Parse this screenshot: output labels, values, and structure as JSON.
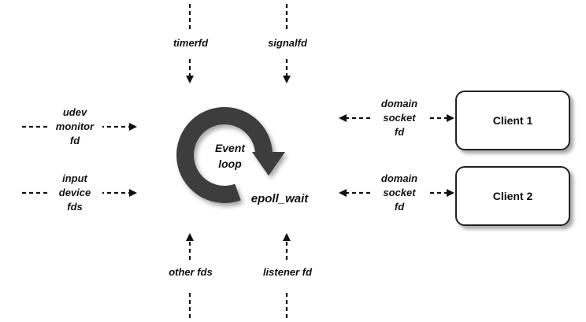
{
  "labels": {
    "timerfd": "timerfd",
    "signalfd": "signalfd",
    "udev": [
      "udev",
      "monitor",
      "fd"
    ],
    "input": [
      "input",
      "device",
      "fds"
    ],
    "domain1": [
      "domain",
      "socket",
      "fd"
    ],
    "domain2": [
      "domain",
      "socket",
      "fd"
    ],
    "other_fds": "other fds",
    "listener_fd": "listener fd"
  },
  "event_loop": {
    "line1": "Event",
    "line2": "loop",
    "call": "epoll_wait"
  },
  "clients": {
    "client1": "Client 1",
    "client2": "Client 2"
  },
  "colors": {
    "loop_arrow": "#3c3c3c",
    "line": "#111111"
  }
}
